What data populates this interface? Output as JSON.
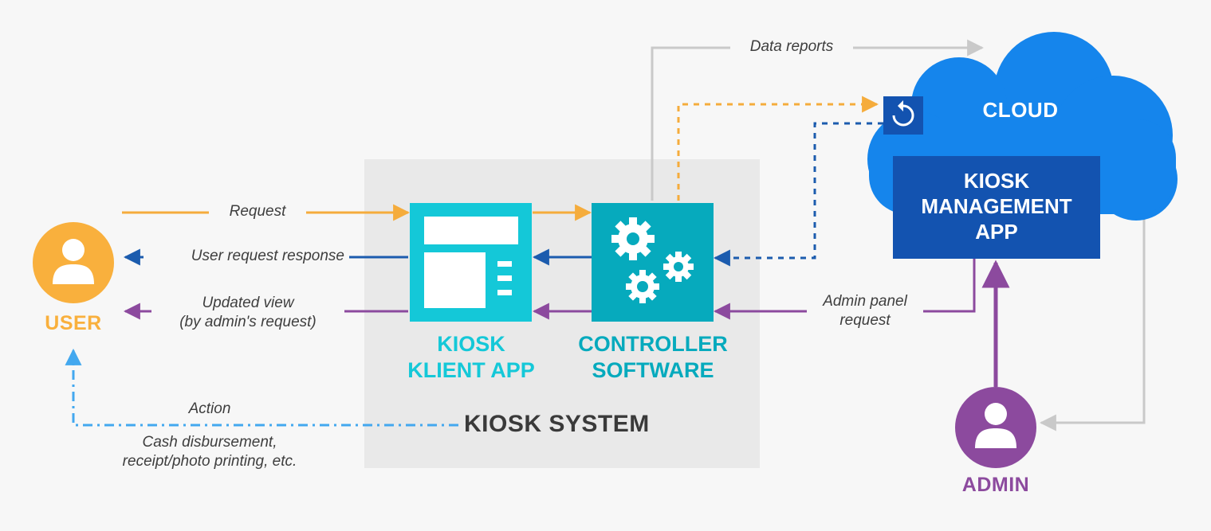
{
  "nodes": {
    "user": "USER",
    "admin": "ADMIN",
    "cloud": "CLOUD",
    "kiosk_client": [
      "KIOSK",
      "KLIENT APP"
    ],
    "controller": [
      "CONTROLLER",
      "SOFTWARE"
    ],
    "management": [
      "KIOSK",
      "MANAGEMENT",
      "APP"
    ],
    "system": "KIOSK SYSTEM"
  },
  "edges": {
    "request": "Request",
    "response": "User request response",
    "updated_view": [
      "Updated view",
      "(by admin's request)"
    ],
    "data_reports": "Data reports",
    "admin_panel": [
      "Admin panel",
      "request"
    ],
    "action": "Action",
    "action_detail": [
      "Cash disbursement,",
      "receipt/photo printing, etc."
    ]
  },
  "icons": {
    "user": "user-icon",
    "admin": "user-icon",
    "kiosk": "kiosk-screen-icon",
    "controller": "gears-icon",
    "sync": "sync-icon"
  },
  "colors": {
    "user": "#f9b03d",
    "admin": "#8c4a9e",
    "request": "#f5ac3c",
    "response": "#1c5cae",
    "admin_flow": "#8c4a9e",
    "reports": "#c9c9c9",
    "action": "#43a8ef",
    "kiosk": "#14c8d8",
    "controller": "#06aabd",
    "cloud": "#1585ec",
    "management": "#1353b0",
    "system_bg": "#e9e9e9"
  }
}
